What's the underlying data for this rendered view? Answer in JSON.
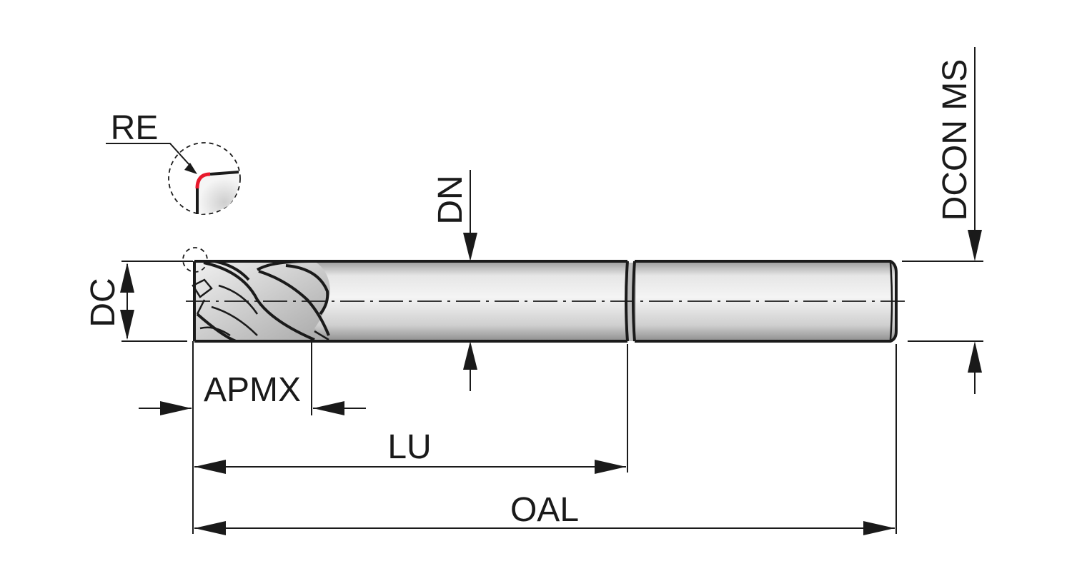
{
  "labels": {
    "re": "RE",
    "dc": "DC",
    "apmx": "APMX",
    "dn": "DN",
    "lu": "LU",
    "oal": "OAL",
    "dcon_ms": "DCON MS"
  },
  "colors": {
    "line": "#1a1a1a",
    "corner_radius_highlight": "#e8192c",
    "body_fill_light": "#f2f2f2",
    "body_fill_dark": "#b5b5b5"
  }
}
